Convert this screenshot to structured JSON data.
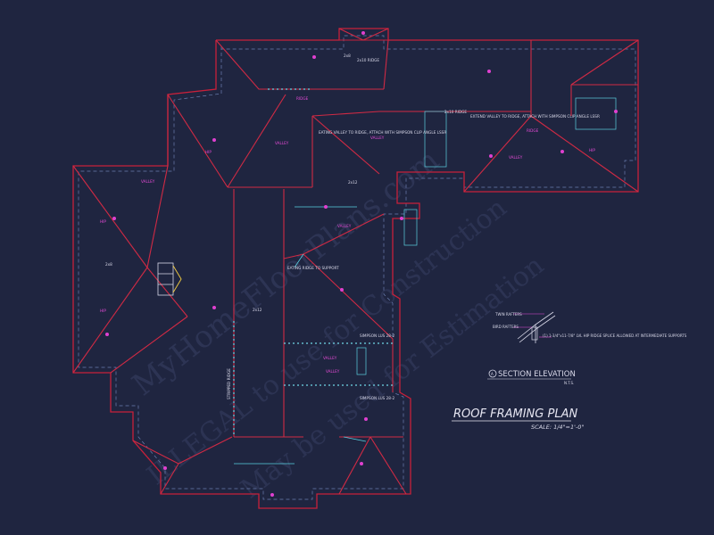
{
  "plan": {
    "title": "ROOF FRAMING PLAN",
    "scale": "SCALE: 1/4\"=1'-0\""
  },
  "section": {
    "tag": "A",
    "title": "SECTION ELEVATION",
    "sub": "N.T.S.",
    "notes": [
      "TWIN RAFTERS",
      "BIRD RAFTERS",
      "(1) 1-3/4\"x11-7/8\" LVL HIP RIDGE SPLICE ALLOWED AT INTERMEDIATE SUPPORTS"
    ]
  },
  "watermark": {
    "line1": "MyHomeFloorPlans.com",
    "line2": "ILLEGAL to use for Construction",
    "line3": "May be used for Estimation"
  },
  "annotations": {
    "valley": "VALLEY",
    "ridge": "RIDGE",
    "hip": "HIP",
    "beam_size": "2x12",
    "ridge_size": "2x10 RIDGE",
    "rafter_label": "2x8",
    "stripped_ridge": "STRIPPED RIDGE",
    "eating_valley": "EATING VALLEY TO RIDGE, ATTACH WITH SIMPSON CLIP ANGLE LSSR",
    "extend_valley": "EXTEND VALLEY TO RIDGE, ATTACH WITH SIMPSON CLIP ANGLE LSSR",
    "eating_ridge": "EATING RIDGE TO SUPPORT",
    "simpson": "SIMPSON LUS 28-2"
  }
}
